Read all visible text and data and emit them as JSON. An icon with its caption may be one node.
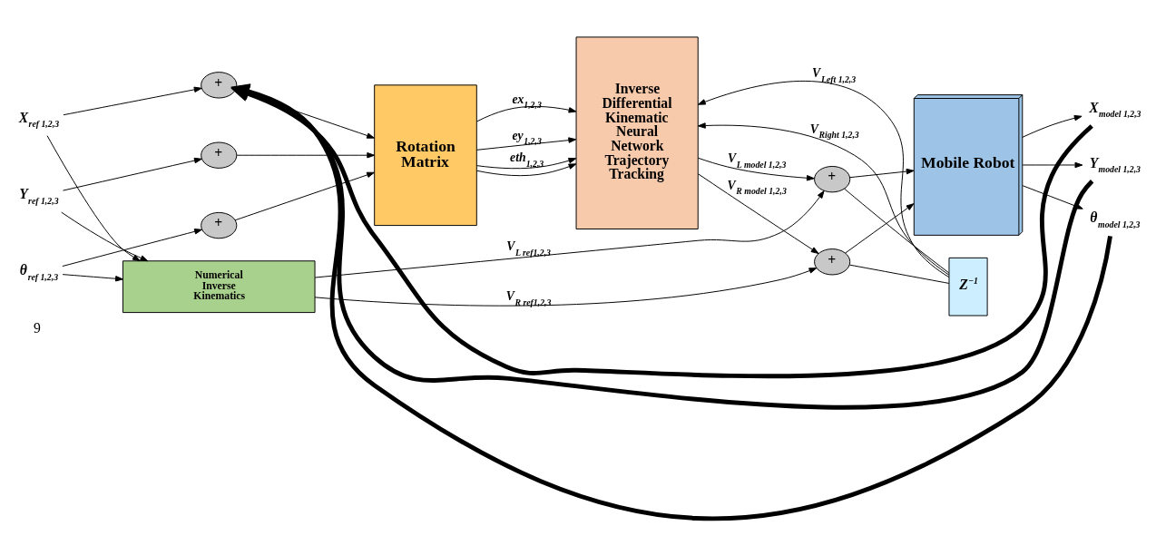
{
  "diagram": {
    "nodes": [
      {
        "text": [
          "X$_{ref 1,2,3}$"
        ]
      },
      {
        "text": [
          "Y$_{ref 1,2,3}$"
        ]
      },
      {
        "text": [
          "θ$_{ref 1,2,3}$"
        ]
      },
      {
        "text": [
          "+"
        ]
      },
      {
        "text": [
          "+"
        ]
      },
      {
        "text": [
          "+"
        ]
      },
      {
        "text": [
          "Rotation Matrix"
        ]
      },
      {
        "text": [
          "Inverse Differential Kinematic Neural Network Trajectory Tracking"
        ]
      },
      {
        "text": [
          "Z$^{−1}$"
        ]
      },
      {
        "text": [
          "+"
        ]
      },
      {
        "text": [
          "+"
        ]
      },
      {
        "text": [
          "Numerical Inverse Kinematics"
        ]
      },
      {
        "text": [
          "Mobile Robot"
        ]
      },
      {
        "text": [
          "X$_{model 1,2,3}$"
        ]
      },
      {
        "text": [
          "Y$_{model 1,2,3}$"
        ]
      },
      {
        "text": [
          "θ$_{model 1,2,3}$"
        ]
      }
    ],
    "edges": [
      {
        "from": 0,
        "to": 3,
        "arrow": "to"
      },
      {
        "from": 1,
        "to": 4,
        "arrow": "to"
      },
      {
        "from": 2,
        "to": 5,
        "arrow": "to"
      },
      {
        "from": 2,
        "to": 11,
        "arrow": "to"
      },
      {
        "from": 1,
        "to": 11,
        "arrow": "to"
      },
      {
        "from": 0,
        "to": 11,
        "arrow": "to"
      },
      {
        "from": 3,
        "to": 6,
        "arrow": "to"
      },
      {
        "from": 4,
        "to": 6,
        "arrow": "to"
      },
      {
        "from": 5,
        "to": 6,
        "arrow": "to"
      },
      {
        "from": 8,
        "to": 7,
        "arrow": "to",
        "label": "V$_{Left 1,2,3}$"
      },
      {
        "from": 8,
        "to": 7,
        "arrow": "to",
        "label": "V$_{Right 1,2,3}$"
      },
      {
        "from": 6,
        "to": 7,
        "arrow": "to",
        "label": "ex$_{1,2,3}$"
      },
      {
        "from": 6,
        "to": 7,
        "arrow": "to",
        "label": "ey$_{1,2,3}$"
      },
      {
        "from": 6,
        "to": 7,
        "arrow": "to",
        "label": "eth$_{1,2,3}$"
      },
      {
        "from": 6,
        "to": 7,
        "arrow": "to"
      },
      {
        "from": 7,
        "to": 9,
        "arrow": "to",
        "label": "V$_{L model 1,2,3}$"
      },
      {
        "from": 7,
        "to": 10,
        "arrow": "to",
        "label": "V$_{R model 1,2,3}$"
      },
      {
        "from": 11,
        "to": 9,
        "arrow": "to",
        "label": "V$_{L ref1,2,3}$"
      },
      {
        "from": 11,
        "to": 10,
        "arrow": "to",
        "label": "V$_{R ref1,2,3}$"
      },
      {
        "from": 9,
        "to": 12,
        "arrow": "to"
      },
      {
        "from": 10,
        "to": 12,
        "arrow": "to"
      },
      {
        "from": 9,
        "to": 8,
        "arrow": "none"
      },
      {
        "from": 10,
        "to": 8,
        "arrow": "none"
      },
      {
        "from": 12,
        "to": 13,
        "arrow": "to"
      },
      {
        "from": 12,
        "to": 14,
        "arrow": "to"
      },
      {
        "from": 12,
        "to": 15,
        "arrow": "to"
      },
      {
        "from": 13,
        "to": 3,
        "arrow": "to",
        "style": "thick"
      },
      {
        "from": 14,
        "to": 3,
        "arrow": "to",
        "style": "thick"
      },
      {
        "from": 15,
        "to": 3,
        "arrow": "to",
        "style": "thick"
      }
    ],
    "labels": [
      "9"
    ]
  }
}
